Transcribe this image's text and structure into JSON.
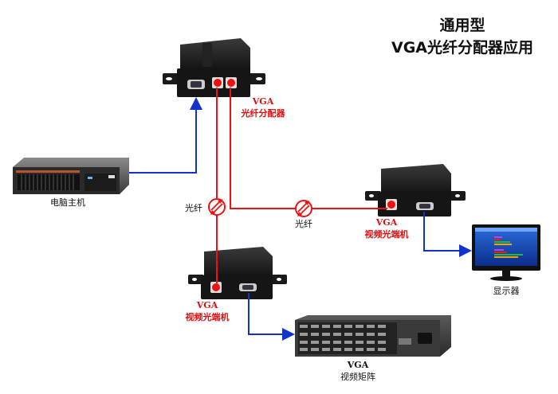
{
  "title": {
    "line1": "通用型",
    "line2": "VGA光纤分配器应用"
  },
  "nodes": {
    "splitter": {
      "label_line1": "VGA",
      "label_line2": "光纤分配器"
    },
    "pc": {
      "label": "电脑主机"
    },
    "receiver_right": {
      "label_line1": "VGA",
      "label_line2": "视频光端机"
    },
    "receiver_bottom": {
      "label_line1": "VGA",
      "label_line2": "视频光端机"
    },
    "monitor": {
      "label": "显示器"
    },
    "matrix": {
      "label_line1": "VGA",
      "label_line2": "视频矩阵"
    }
  },
  "links": {
    "fiber_left": {
      "label": "光纤"
    },
    "fiber_right": {
      "label": "光纤"
    }
  },
  "colors": {
    "fiber": "#ee1111",
    "vga": "#1133cc",
    "device": "#1a1a1a"
  }
}
